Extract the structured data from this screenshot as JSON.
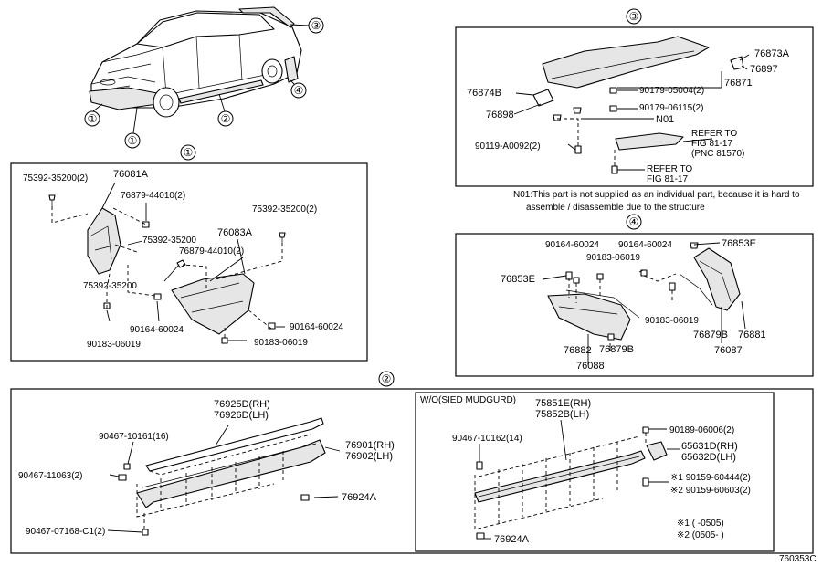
{
  "callouts": {
    "c1": "①",
    "c2": "②",
    "c3": "③",
    "c4": "④",
    "fig_c1": "①",
    "fig_c1b": "①",
    "fig_c2": "②",
    "fig_c3": "③",
    "fig_c4": "④"
  },
  "box1": {
    "labels": {
      "p75392a": "75392-35200(2)",
      "p76081a": "76081A",
      "p76879a": "76879-44010(2)",
      "p75392b": "75392-35200(2)",
      "p76083a": "76083A",
      "p75392c": "75392-35200",
      "p76879b": "76879-44010(2)",
      "p75392d": "75392-35200",
      "p90164a": "90164-60024",
      "p90183a": "90183-06019",
      "p90164b": "90164-60024",
      "p90183b": "90183-06019"
    }
  },
  "box3": {
    "labels": {
      "p76873a": "76873A",
      "p76897": "76897",
      "p76874b": "76874B",
      "p90179a": "90179-05004(2)",
      "p76871": "76871",
      "p76898": "76898",
      "p90179b": "90179-06115(2)",
      "pn01": "N01",
      "refer1a": "REFER TO",
      "refer1b": "FIG  81-17",
      "refer1c": "(PNC 81570)",
      "p90119": "90119-A0092(2)",
      "refer2a": "REFER TO",
      "refer2b": "FIG  81-17"
    },
    "note1": "N01:This part is not supplied as an individual part, because it is hard to",
    "note2": "assemble / disassemble due to the structure"
  },
  "box4": {
    "labels": {
      "p90164a": "90164-60024",
      "p90164b": "90164-60024",
      "p76853e_r": "76853E",
      "p90183a": "90183-06019",
      "p76853e_l": "76853E",
      "p90183b": "90183-06019",
      "p76879b": "76879B",
      "p76881": "76881",
      "p76882": "76882",
      "p76879b2": "76879B",
      "p76087": "76087",
      "p76088": "76088"
    }
  },
  "box2": {
    "labels": {
      "p76925d": "76925D(RH)",
      "p76926d": "76926D(LH)",
      "p90467a": "90467-10161(16)",
      "p76901": "76901(RH)",
      "p76902": "76902(LH)",
      "p90467b": "90467-11063(2)",
      "p76924a": "76924A",
      "p90467c": "90467-07168-C1(2)"
    },
    "sub": {
      "title": "W/O(SIED MUDGURD)",
      "p75851e": "75851E(RH)",
      "p75852b": "75852B(LH)",
      "p90467": "90467-10162(14)",
      "p90189": "90189-06006(2)",
      "p65631d": "65631D(RH)",
      "p65632d": "65632D(LH)",
      "p90159a": "※1 90159-60444(2)",
      "p90159b": "※2 90159-60603(2)",
      "p76924a": "76924A",
      "note1": "※1 (    -0505)",
      "note2": "※2 (0505-    )"
    }
  },
  "figure_code": "760353C"
}
